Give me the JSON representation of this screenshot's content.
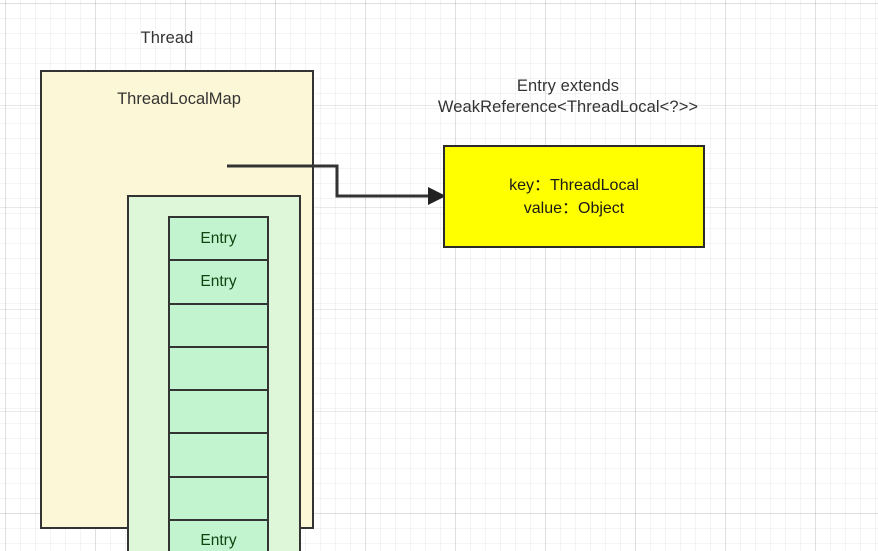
{
  "diagram": {
    "thread": {
      "title": "Thread",
      "fill_color": "#fcf8d7",
      "border_color": "#333333"
    },
    "thread_local_map": {
      "title": "ThreadLocalMap",
      "fill_color": "#ddf7d8",
      "border_color": "#333333"
    },
    "entry_table": {
      "cell_fill_color": "#c2f5cf",
      "cells": [
        {
          "label": "Entry"
        },
        {
          "label": "Entry"
        },
        {
          "label": ""
        },
        {
          "label": ""
        },
        {
          "label": ""
        },
        {
          "label": ""
        },
        {
          "label": ""
        },
        {
          "label": "Entry"
        }
      ]
    },
    "entry_class": {
      "title_line1": "Entry extends",
      "title_line2": "WeakReference<ThreadLocal<?>>",
      "box": {
        "key_line": "key：ThreadLocal",
        "value_line": "value：Object",
        "fill_color": "#ffff00",
        "border_color": "#2b2b2b"
      }
    },
    "connector": {
      "stroke_color": "#333333",
      "from": "entry-cell-0",
      "to": "entry-class-box"
    }
  }
}
